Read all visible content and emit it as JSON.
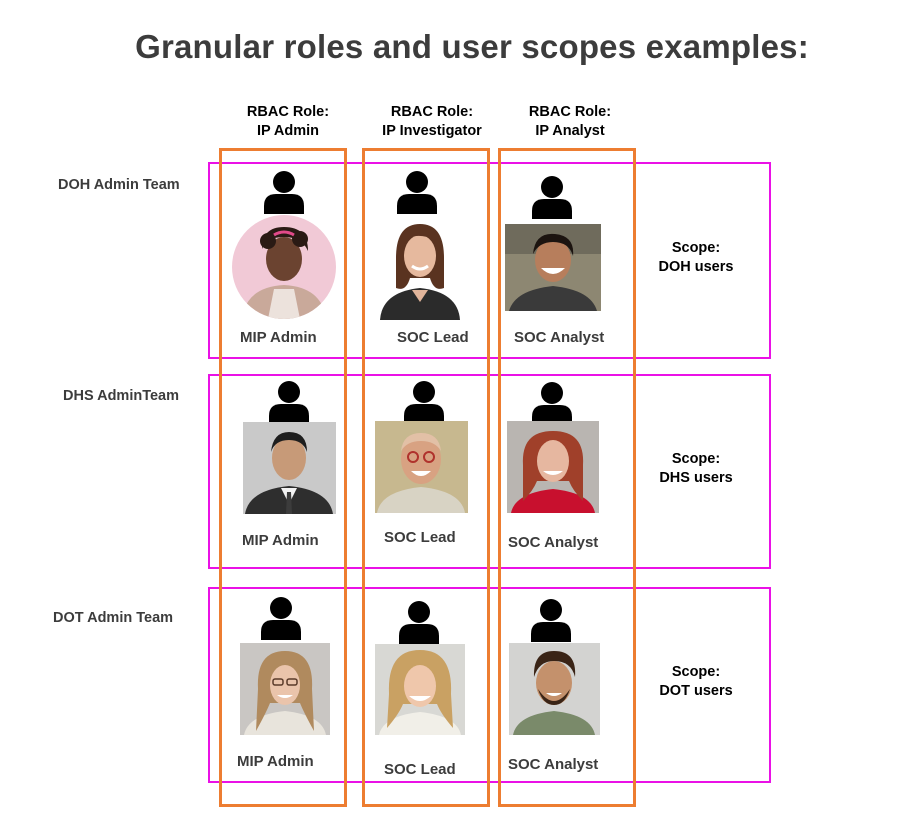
{
  "title": "Granular roles and user scopes examples:",
  "roles": [
    {
      "line1": "RBAC Role:",
      "line2": "IP Admin"
    },
    {
      "line1": "RBAC Role:",
      "line2": "IP Investigator"
    },
    {
      "line1": "RBAC Role:",
      "line2": "IP Analyst"
    }
  ],
  "teams": [
    {
      "name": "DOH Admin Team",
      "scope_line1": "Scope:",
      "scope_line2": "DOH users",
      "members": [
        "MIP Admin",
        "SOC Lead",
        "SOC Analyst"
      ]
    },
    {
      "name": "DHS AdminTeam",
      "scope_line1": "Scope:",
      "scope_line2": "DHS users",
      "members": [
        "MIP Admin",
        "SOC Lead",
        "SOC Analyst"
      ]
    },
    {
      "name": "DOT Admin Team",
      "scope_line1": "Scope:",
      "scope_line2": "DOT users",
      "members": [
        "MIP Admin",
        "SOC Lead",
        "SOC Analyst"
      ]
    }
  ],
  "colors": {
    "role_column_border": "#ed7d31",
    "team_row_border": "#ea11e6",
    "title_text": "#3c3c3c",
    "icon": "#000000"
  },
  "icons": {
    "person": "user-silhouette-icon"
  }
}
